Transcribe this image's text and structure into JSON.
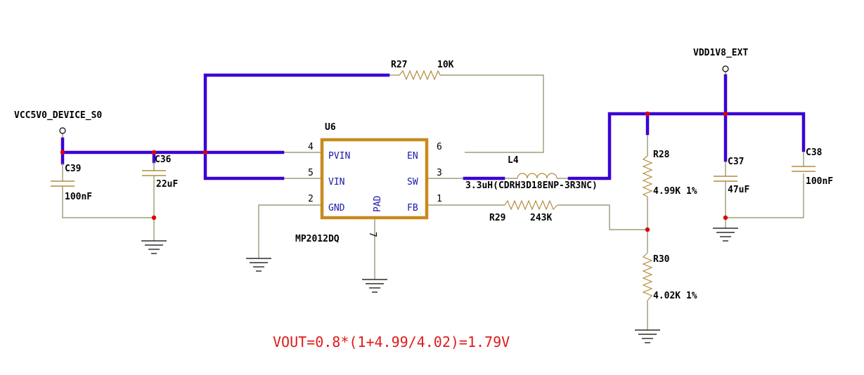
{
  "colors": {
    "wire": "#8a8a5c",
    "bus": "#3a00d6",
    "ic_outline": "#c88a1e",
    "pin_text": "#1a1aa8",
    "junction": "#e00000",
    "formula": "#e01a1a",
    "component": "#b48a3c"
  },
  "nets": {
    "vin": "VCC5V0_DEVICE_S0",
    "vout": "VDD1V8_EXT"
  },
  "ic": {
    "ref": "U6",
    "part": "MP2012DQ",
    "pins": [
      {
        "name": "PVIN",
        "number": "4"
      },
      {
        "name": "VIN",
        "number": "5"
      },
      {
        "name": "GND",
        "number": "2"
      },
      {
        "name": "EN",
        "number": "6"
      },
      {
        "name": "SW",
        "number": "3"
      },
      {
        "name": "FB",
        "number": "1"
      },
      {
        "name": "PAD",
        "number": "7"
      }
    ]
  },
  "components": {
    "r27": {
      "ref": "R27",
      "value": "10K"
    },
    "r28": {
      "ref": "R28",
      "value": "4.99K 1%"
    },
    "r29": {
      "ref": "R29",
      "value": "243K"
    },
    "r30": {
      "ref": "R30",
      "value": "4.02K 1%"
    },
    "l4": {
      "ref": "L4",
      "value": "3.3uH(CDRH3D18ENP-3R3NC)"
    },
    "c36": {
      "ref": "C36",
      "value": "22uF"
    },
    "c37": {
      "ref": "C37",
      "value": "47uF"
    },
    "c38": {
      "ref": "C38",
      "value": "100nF"
    },
    "c39": {
      "ref": "C39",
      "value": "100nF"
    }
  },
  "formula": "VOUT=0.8*(1+4.99/4.02)=1.79V"
}
